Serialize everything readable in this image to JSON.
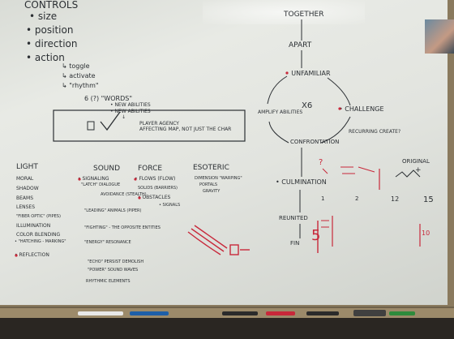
{
  "controls": {
    "heading": "CONTROLS",
    "items": [
      "• size",
      "• position",
      "• direction",
      "• action"
    ],
    "sub_items": [
      "↳ toggle",
      "↳ activate",
      "↳ \"rhythm\""
    ],
    "words_line": "6 (?) \"WORDS\"",
    "box_notes": [
      "• NEW ABILITIES",
      "• NEW ABILITIES",
      "↓",
      "PLAYER AGENCY",
      "AFFECTING MAP, NOT JUST THE CHAR"
    ]
  },
  "columns": {
    "light": {
      "heading": "LIGHT",
      "items": [
        "MORAL",
        "SHADOW",
        "BEAMS",
        "LENSES",
        "\"FIBER OPTIC\" (PIPES)",
        "ILLUMINATION",
        "COLOR BLENDING",
        "• \"HATCHING - MARKING\"",
        "• REFLECTION"
      ]
    },
    "sound": {
      "heading": "SOUND",
      "items": [
        "• SIGNALING",
        "\"LATCH\" DIALOGUE",
        "AVOIDANCE (STEALTH)",
        "\"LEADING\" ANIMALS (PIPER)",
        "\"FIGHTING\" - THE OPPOSITE ENTITIES",
        "\"ENERGY\" RESONANCE",
        "\"ECHO\" PERSIST DEMOLISH",
        "\"POWER\" SOUND WAVES",
        "RHYTHMIC ELEMENTS"
      ]
    },
    "force": {
      "heading": "FORCE",
      "items": [
        "• FLOWS (FLOW)",
        "SOLIDS (BARRIERS)",
        "• OBSTACLES",
        "• SIGNALS"
      ]
    },
    "esoteric": {
      "heading": "ESOTERIC",
      "items": [
        "DIMENSION \"WARPING\"",
        "PORTALS",
        "GRAVITY"
      ]
    }
  },
  "cycle": {
    "nodes": [
      "TOGETHER",
      "APART",
      "• UNFAMILIAR",
      "• CHALLENGE",
      "CONFRONTATION",
      "• CULMINATION",
      "REUNITED",
      "FIN",
      "AMPLIFY ABILITIES"
    ],
    "multiplier": "X6",
    "side_note": "RECURRING CREATE?",
    "red_notes": [
      "?",
      "5",
      "1"
    ]
  },
  "right_notes": {
    "original": "ORIGINAL",
    "plus": "+",
    "numbers": [
      "12",
      "15",
      "1",
      "2"
    ],
    "red_numbers": [
      "10"
    ]
  },
  "colors": {
    "ink": "#2b2f33",
    "red_ink": "#c8283a",
    "board": "#e2e4df",
    "frame": "#8a7a5e"
  }
}
